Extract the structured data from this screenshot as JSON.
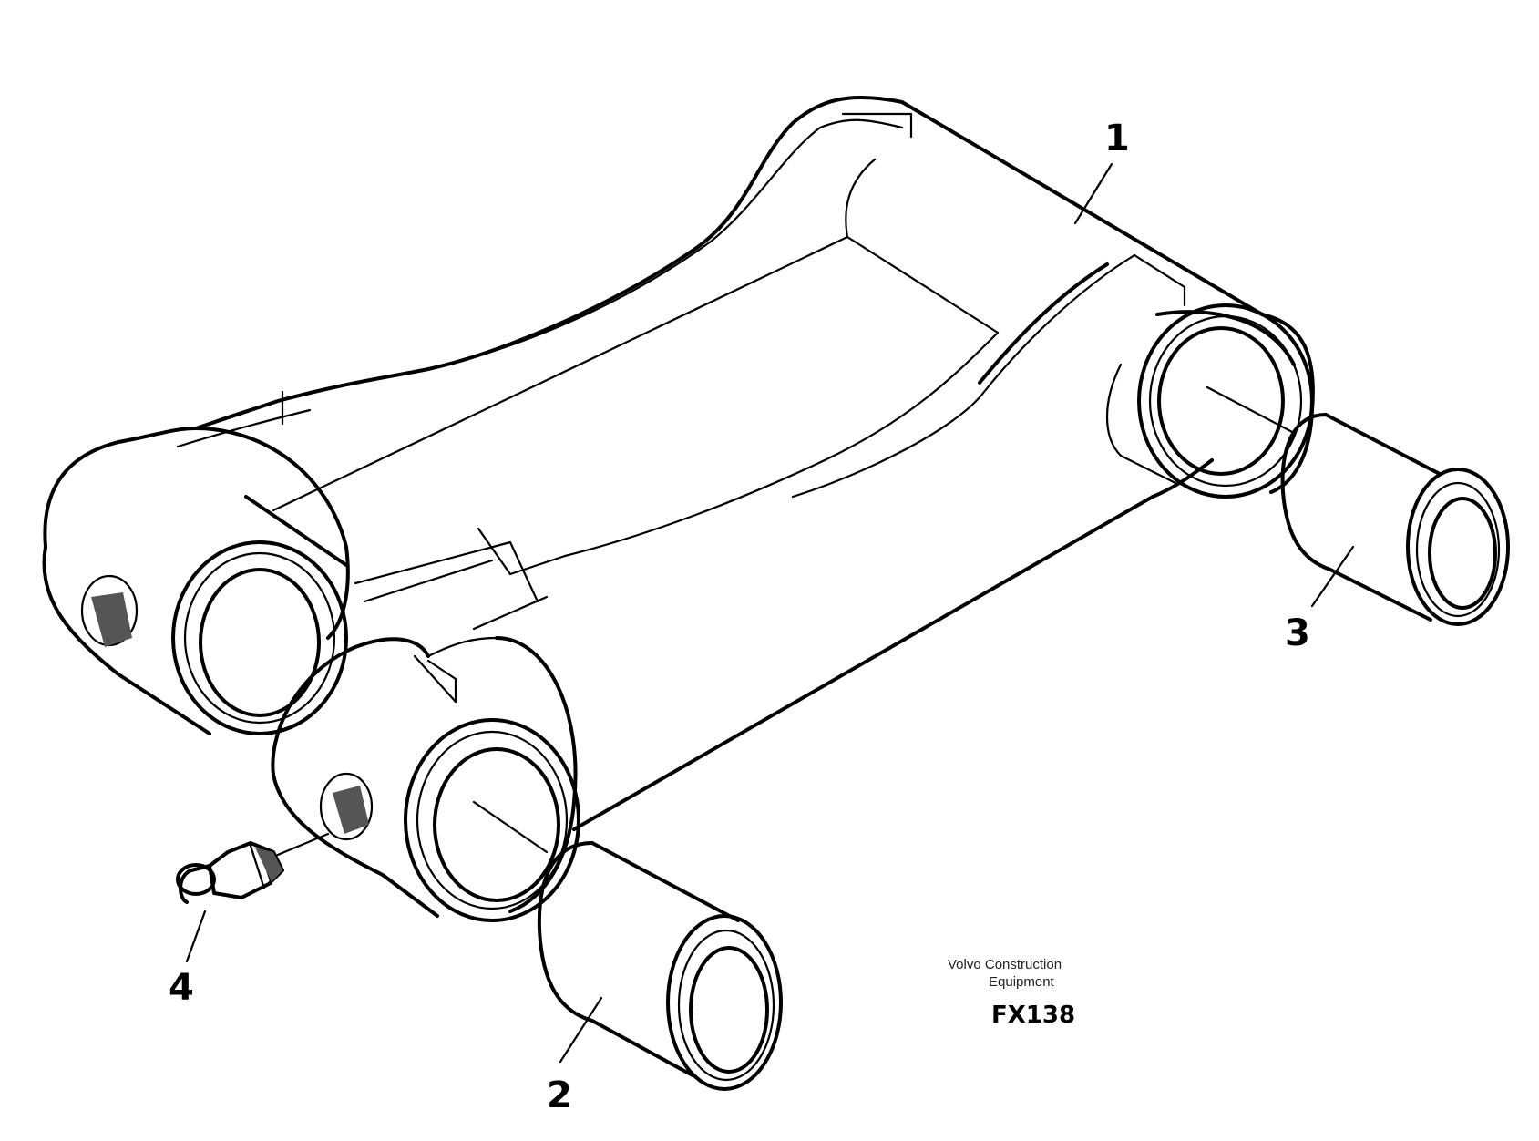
{
  "diagram": {
    "callouts": [
      {
        "id": "1",
        "label": "1"
      },
      {
        "id": "2",
        "label": "2"
      },
      {
        "id": "3",
        "label": "3"
      },
      {
        "id": "4",
        "label": "4"
      }
    ],
    "watermark": {
      "line1": "Volvo Construction",
      "line2": "Equipment",
      "code": "FX138"
    }
  }
}
